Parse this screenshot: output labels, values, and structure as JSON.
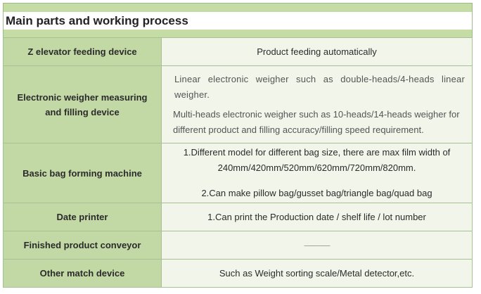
{
  "title": "Main parts and working process",
  "rows": [
    {
      "label": "Z elevator feeding device",
      "desc": "Product feeding automatically"
    },
    {
      "label": "Electronic weigher measuring and filling device",
      "desc_lines": [
        "Linear electronic weigher such as double-heads/4-heads linear weigher.",
        "Multi-heads electronic weigher such as 10-heads/14-heads weigher for different product and filling accuracy/filling speed requirement."
      ]
    },
    {
      "label": "Basic bag forming machine",
      "desc_lines": [
        "1.Different model for different bag size, there are max film width of 240mm/420mm/520mm/620mm/720mm/820mm.",
        "2.Can make pillow bag/gusset bag/triangle bag/quad bag"
      ]
    },
    {
      "label": "Date printer",
      "desc": "1.Can print the Production date / shelf life / lot number"
    },
    {
      "label": "Finished product conveyor",
      "desc": "———"
    },
    {
      "label": "Other match device",
      "desc": "Such as Weight sorting scale/Metal detector,etc."
    }
  ]
}
